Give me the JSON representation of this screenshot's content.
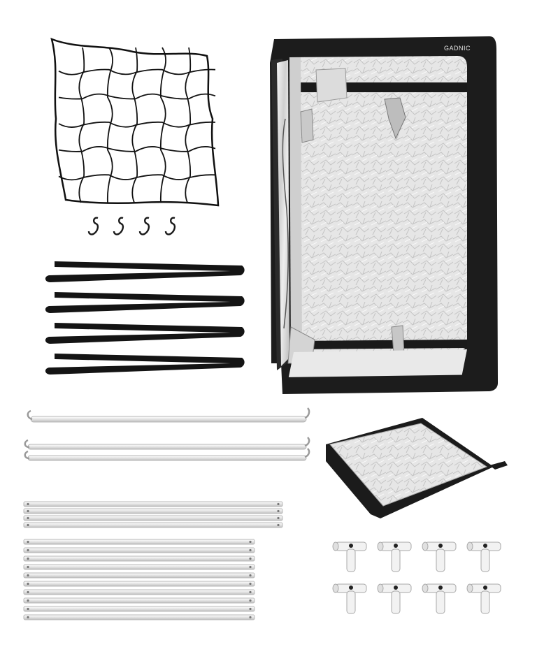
{
  "brand": {
    "logo_text": "GADNIC"
  },
  "colors": {
    "background": "#ffffff",
    "tent_fabric": "#1c1c1c",
    "reflective_lining": "#d9d9d9",
    "net_cord": "#111111",
    "pole_aluminium": "#e9e9e9",
    "connector_plastic": "#f2f2f2"
  },
  "items": [
    {
      "id": "trellis-net",
      "icon": "net-icon"
    },
    {
      "id": "s-hooks",
      "icon": "hook-icon",
      "count": 4
    },
    {
      "id": "straps",
      "icon": "strap-icon",
      "count": 4
    },
    {
      "id": "grow-tent",
      "icon": "tent-icon"
    },
    {
      "id": "hook-bars",
      "icon": "bar-icon",
      "count": 3
    },
    {
      "id": "floor-tray",
      "icon": "tray-icon"
    },
    {
      "id": "long-poles",
      "icon": "pole-icon",
      "count": 4
    },
    {
      "id": "short-poles",
      "icon": "pole-icon",
      "count": 10
    },
    {
      "id": "connectors",
      "icon": "connector-icon",
      "count": 8
    }
  ]
}
